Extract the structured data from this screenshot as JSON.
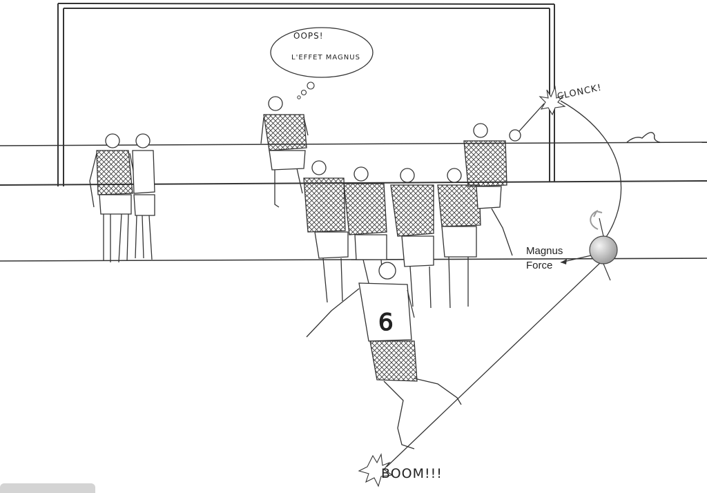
{
  "thought_bubble": {
    "line1": "OOPS!",
    "line2": "L'EFFET MAGNUS"
  },
  "labels": {
    "clonck": "CLONCK!",
    "magnus_line1": "Magnus",
    "magnus_line2": "Force",
    "boom": "BOOM!!!"
  },
  "jersey_number": "6",
  "colors": {
    "ink": "#222222",
    "ball": "#c8c8c8",
    "paper": "#ffffff"
  }
}
